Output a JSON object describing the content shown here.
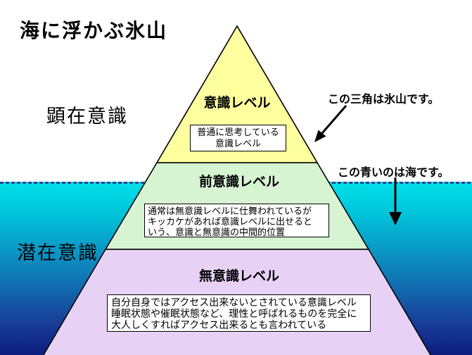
{
  "slide": {
    "title": "海に浮かぶ氷山"
  },
  "water_labels": {
    "above": "顕在意識",
    "below": "潜在意識"
  },
  "iceberg": {
    "sections": [
      {
        "label": "意識レベル",
        "color": "#feff9e",
        "note_lines": [
          "普通に思考している",
          "意識レベル"
        ]
      },
      {
        "label": "前意識レベル",
        "color": "#d6f4d2",
        "note_lines": [
          "通常は無意識レベルに仕舞われているが",
          "キッカケがあれば意識レベルに出せると",
          "いう、意識と無意識の中間的位置"
        ]
      },
      {
        "label": "無意識レベル",
        "color": "#e7d2f5",
        "note_lines": [
          "自分自身ではアクセス出来ないとされている意識レベル",
          "睡眠状態や催眠状態など、理性と呼ばれるものを完全に",
          "大人しくすればアクセス出来るとも言われている"
        ]
      }
    ]
  },
  "annotations": {
    "iceberg_callout": "この三角は氷山です。",
    "sea_callout": "この青いのは海です。"
  },
  "colors": {
    "sea_surface": "#00e2ea",
    "sea_deep": "#0c1d7e",
    "waterline_dash": "#27488f",
    "outline": "#000000"
  }
}
